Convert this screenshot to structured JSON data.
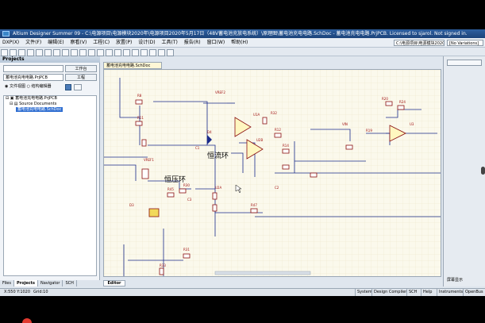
{
  "window": {
    "title": "Altium Designer Summer 09 - C:\\电源项目\\电源模块2020年\\电源项目2020年5月17日（48V蓄电池充放电系统）\\原理图\\蓄电池充电电路.SchDoc - 蓄电池充电电路.PrjPCB. Licensed to sjarol. Not signed in."
  },
  "menu": {
    "items": [
      "DXP(X)",
      "文件(F)",
      "编辑(E)",
      "察看(V)",
      "工程(C)",
      "放置(P)",
      "设计(D)",
      "工具(T)",
      "报告(R)",
      "窗口(W)",
      "帮助(H)"
    ],
    "path_field": "C:\\电源项目\\电源模块2020年\\...",
    "variant_field": "[No Variations]"
  },
  "panel": {
    "header": "Projects",
    "workspace_field": "",
    "workspace_button": "工作台",
    "project_field": "蓄电池充电电路.PrjPCB",
    "project_button": "工程",
    "radio_file_view": "文件视图",
    "radio_struct_view": "结构编辑器",
    "tree": {
      "project": "蓄电池充电电路.PrjPCB",
      "folder": "Source Documents",
      "doc": "蓄电池充电电路.SchDoc"
    },
    "bottom_tabs": [
      "Files",
      "Projects",
      "Navigator",
      "SCH"
    ]
  },
  "document": {
    "tab": "蓄电池充电电路.SchDoc",
    "editor_tab": "Editor",
    "annotations": {
      "constant_current": "恒流环",
      "constant_voltage": "恒压环"
    },
    "labels": [
      "R8",
      "R11",
      "D4",
      "U1A",
      "R32",
      "R12",
      "U2B",
      "R14",
      "C1",
      "C2",
      "VREF1",
      "R45",
      "R30",
      "U2A",
      "C3",
      "R47",
      "D3",
      "VIN",
      "R19",
      "R20",
      "R24",
      "VREF2",
      "U3",
      "R31",
      "R33"
    ]
  },
  "status": {
    "coords": "X:550 Y:1020",
    "grid": "Grid:10",
    "panels": [
      "System",
      "Design Compiler",
      "SCH",
      "Help",
      "Instruments",
      "OpenBus"
    ],
    "right_label": "屏幕显示"
  },
  "colors": {
    "titlebar": "#2d5fa0",
    "sheet": "#fbf9ec",
    "wire": "#1a2a8a",
    "label": "#a01010"
  }
}
